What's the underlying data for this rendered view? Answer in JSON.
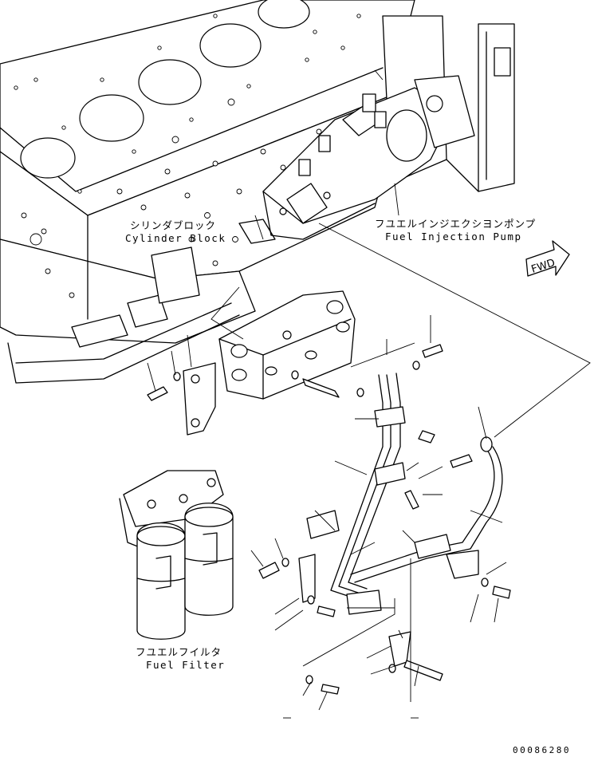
{
  "labels": {
    "cylinder_block_jp": "シリンダブロック",
    "cylinder_block_en": "Cylinder Block",
    "injection_pump_jp": "フユエルインジエクシヨンポンプ",
    "injection_pump_en": "Fuel Injection Pump",
    "fuel_filter_jp": "フユエルフイルタ",
    "fuel_filter_en": "Fuel Filter",
    "fwd": "FWD",
    "drawing_number": "00086280"
  }
}
